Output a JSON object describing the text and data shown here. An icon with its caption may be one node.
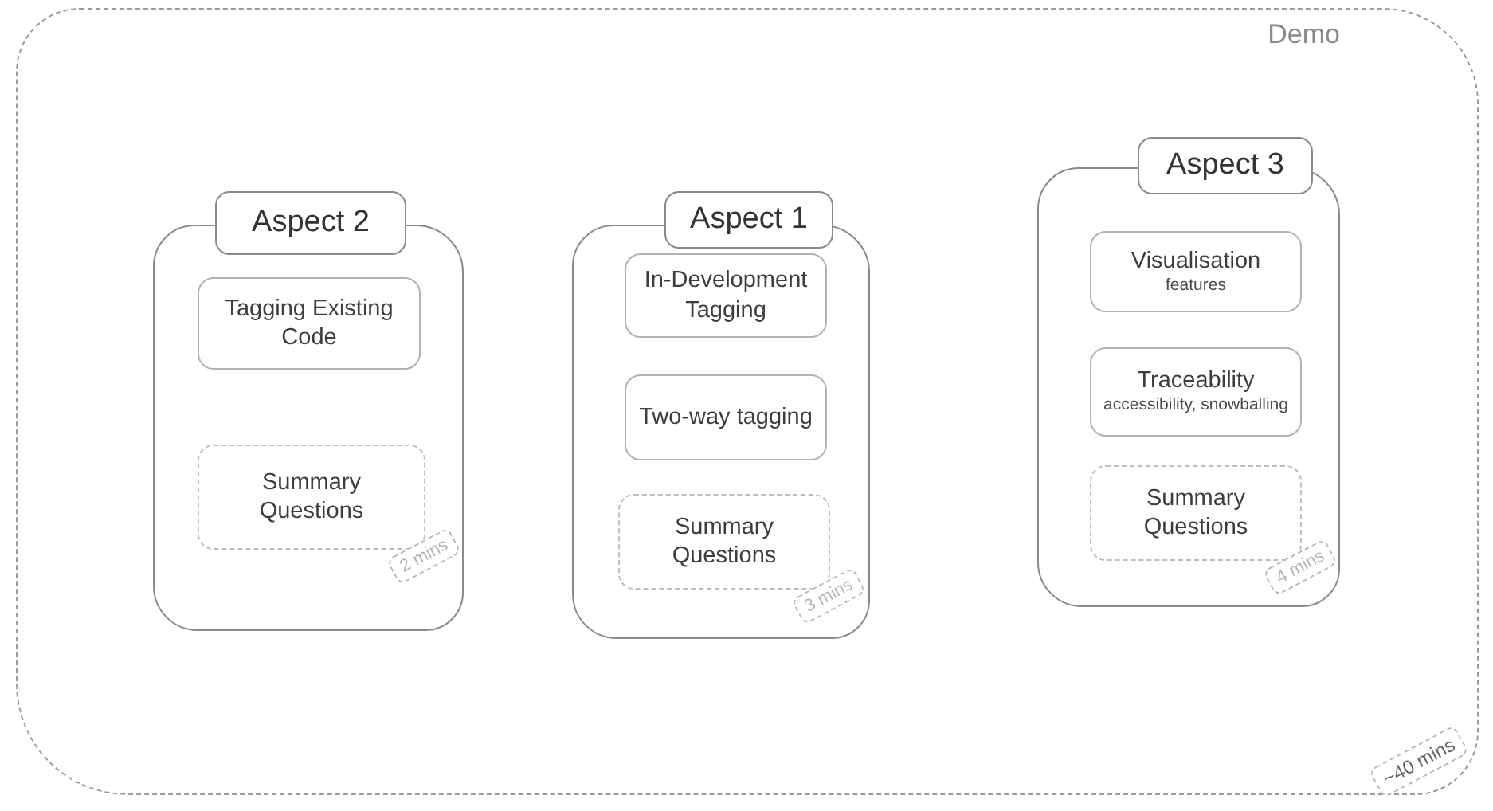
{
  "diagram": {
    "nodes": [
      {
        "text": [
          "Demo"
        ],
        "beside": [
          "~40 mins"
        ]
      },
      {
        "text": [
          "Aspect 2"
        ],
        "in": 0
      },
      {
        "text": [
          "Tagging Existing Code"
        ],
        "in": 1
      },
      {
        "text": [
          "Summary Questions"
        ],
        "in": 1,
        "beside": [
          "2 mins"
        ]
      },
      {
        "text": [
          "Aspect 1"
        ],
        "in": 0
      },
      {
        "text": [
          "In-Development Tagging"
        ],
        "in": 4
      },
      {
        "text": [
          "Two-way tagging"
        ],
        "in": 4
      },
      {
        "text": [
          "Summary Questions"
        ],
        "in": 4,
        "beside": [
          "3 mins"
        ]
      },
      {
        "text": [
          "Aspect 3"
        ],
        "in": 0
      },
      {
        "text": [
          "Visualisation",
          "features"
        ],
        "in": 8
      },
      {
        "text": [
          "Traceability",
          "accessibility, snowballing"
        ],
        "in": 8
      },
      {
        "text": [
          "Summary Questions"
        ],
        "in": 8,
        "beside": [
          "4 mins"
        ]
      }
    ]
  }
}
